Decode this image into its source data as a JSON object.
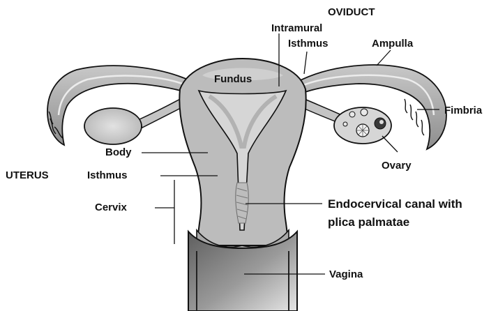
{
  "labels": {
    "oviduct": "OVIDUCT",
    "intramural": "Intramural",
    "isthmus_tube": "Isthmus",
    "ampulla": "Ampulla",
    "fundus": "Fundus",
    "fimbria": "Fimbria",
    "body": "Body",
    "ovary": "Ovary",
    "uterus": "UTERUS",
    "isthmus_uterus": "Isthmus",
    "cervix": "Cervix",
    "endocervical_line1": "Endocervical canal with",
    "endocervical_line2": "plica palmatae",
    "vagina": "Vagina"
  },
  "colors": {
    "tissue": "#b8b8b8",
    "tissue_dark": "#8a8a8a",
    "cavity": "#d9d9d9",
    "ovary": "#cfcfcf",
    "outline": "#111111",
    "vagina_dark": "#6f6f6f"
  }
}
